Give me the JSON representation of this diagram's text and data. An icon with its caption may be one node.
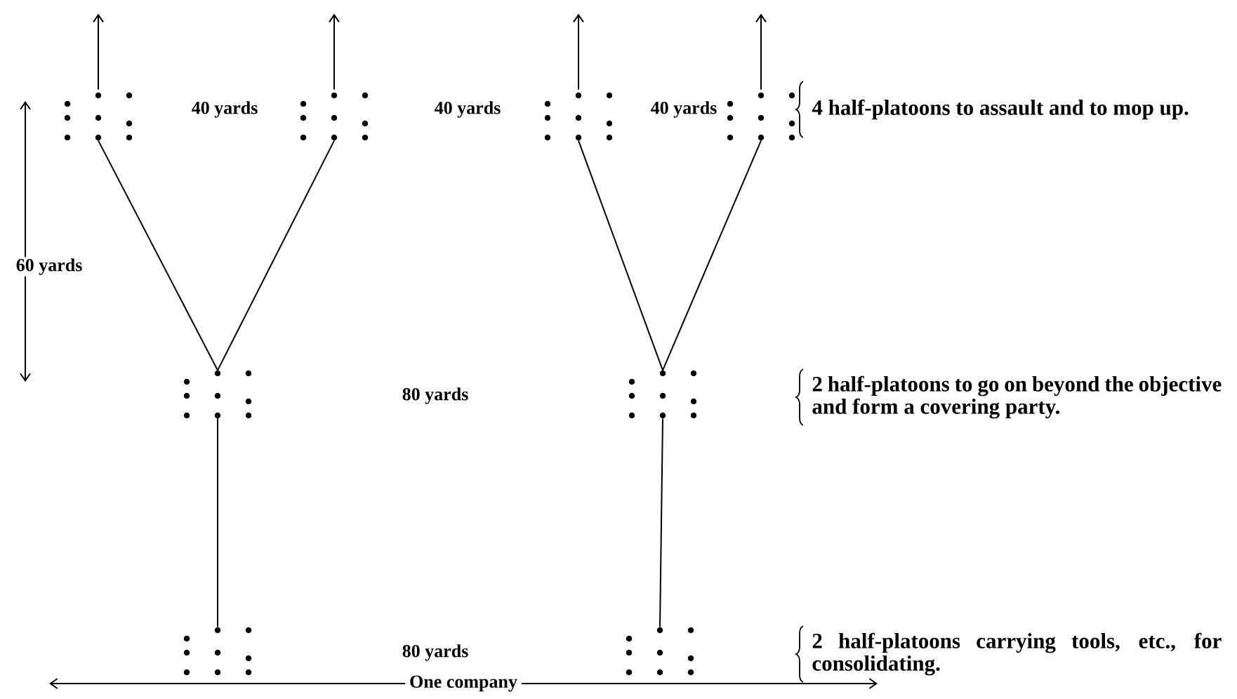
{
  "diagram": {
    "nodes": [
      {
        "text": [],
        "shape": "dots"
      },
      {
        "text": [],
        "shape": "dots"
      },
      {
        "text": [],
        "shape": "dots"
      },
      {
        "text": [],
        "shape": "dots"
      },
      {
        "text": [],
        "shape": "dots"
      },
      {
        "text": [],
        "shape": "dots"
      },
      {
        "text": [],
        "shape": "dots"
      },
      {
        "text": [],
        "shape": "dots"
      }
    ],
    "edges": [
      {
        "from": 0,
        "to": null,
        "arrow": "to"
      },
      {
        "from": 1,
        "to": null,
        "arrow": "to"
      },
      {
        "from": 2,
        "to": null,
        "arrow": "to"
      },
      {
        "from": 3,
        "to": null,
        "arrow": "to"
      },
      {
        "from": 0,
        "to": 4,
        "arrow": "none"
      },
      {
        "from": 1,
        "to": 4,
        "arrow": "none"
      },
      {
        "from": 2,
        "to": 5,
        "arrow": "none"
      },
      {
        "from": 3,
        "to": 5,
        "arrow": "none"
      },
      {
        "from": 4,
        "to": 6,
        "arrow": "none"
      },
      {
        "from": 5,
        "to": 7,
        "arrow": "none"
      }
    ],
    "labels": [
      "40 yards",
      "40 yards",
      "40 yards",
      "4 half-platoons to assault and to mop up.",
      "60 yards",
      "80 yards",
      "2 half-platoons to go on beyond the objective and form a covering party.",
      "80 yards",
      "2 half-platoons carrying tools, etc., for consolidating.",
      "One company"
    ]
  }
}
